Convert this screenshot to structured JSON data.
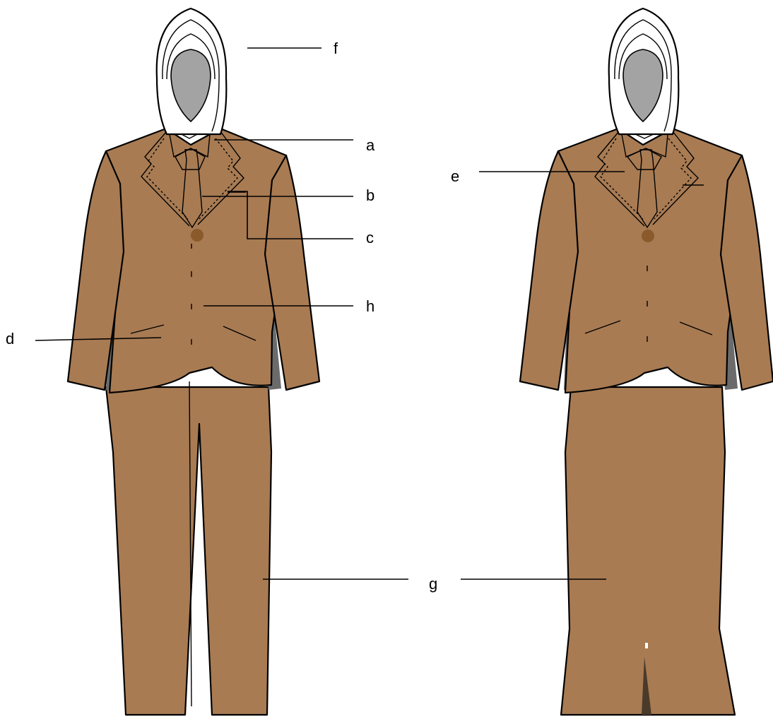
{
  "colors": {
    "suit": "#a87b53",
    "shirt": "#f3ec8a",
    "tie": "#b2b4b6",
    "face": "#a3a3a3",
    "hijab": "#ffffff",
    "button": "#8b5a2b",
    "sleeve_shadow": "#6b6b6b"
  },
  "labels": {
    "a": "a",
    "b": "b",
    "c": "c",
    "d": "d",
    "e": "e",
    "f": "f",
    "g": "g",
    "h": "h"
  }
}
